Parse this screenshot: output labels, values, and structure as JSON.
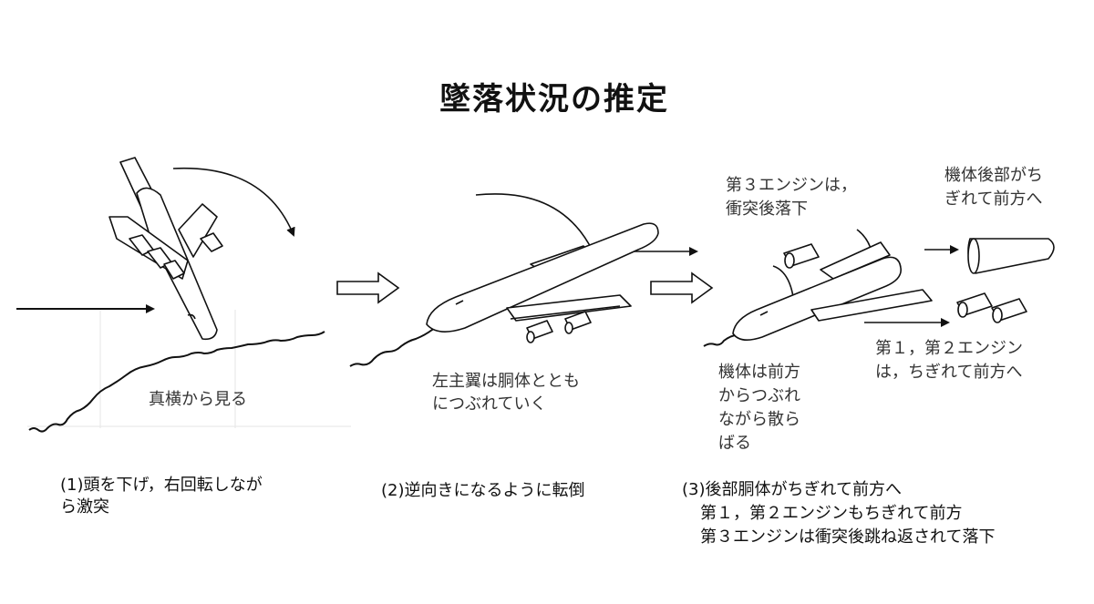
{
  "title": "墜落状況の推定",
  "panel1": {
    "view_label": "真横から見る",
    "caption_line1": "(1)頭を下げ，右回転しなが",
    "caption_line2": "ら激突"
  },
  "panel2": {
    "wing_label_line1": "左主翼は胴体ととも",
    "wing_label_line2": "につぶれていく",
    "caption": "(2)逆向きになるように転倒"
  },
  "panel3": {
    "engine3_line1": "第３エンジンは，",
    "engine3_line2": "衝突後落下",
    "rear_line1": "機体後部がち",
    "rear_line2": "ぎれて前方へ",
    "engines12_line1": "第１，第２エンジン",
    "engines12_line2": "は，ちぎれて前方へ",
    "front_line1": "機体は前方",
    "front_line2": "からつぶれ",
    "front_line3": "ながら散ら",
    "front_line4": "ばる",
    "caption_line1": "(3)後部胴体がちぎれて前方へ",
    "caption_line2": "第１，第２エンジンもちぎれて前方",
    "caption_line3": "第３エンジンは衝突後跳ね返されて落下"
  }
}
